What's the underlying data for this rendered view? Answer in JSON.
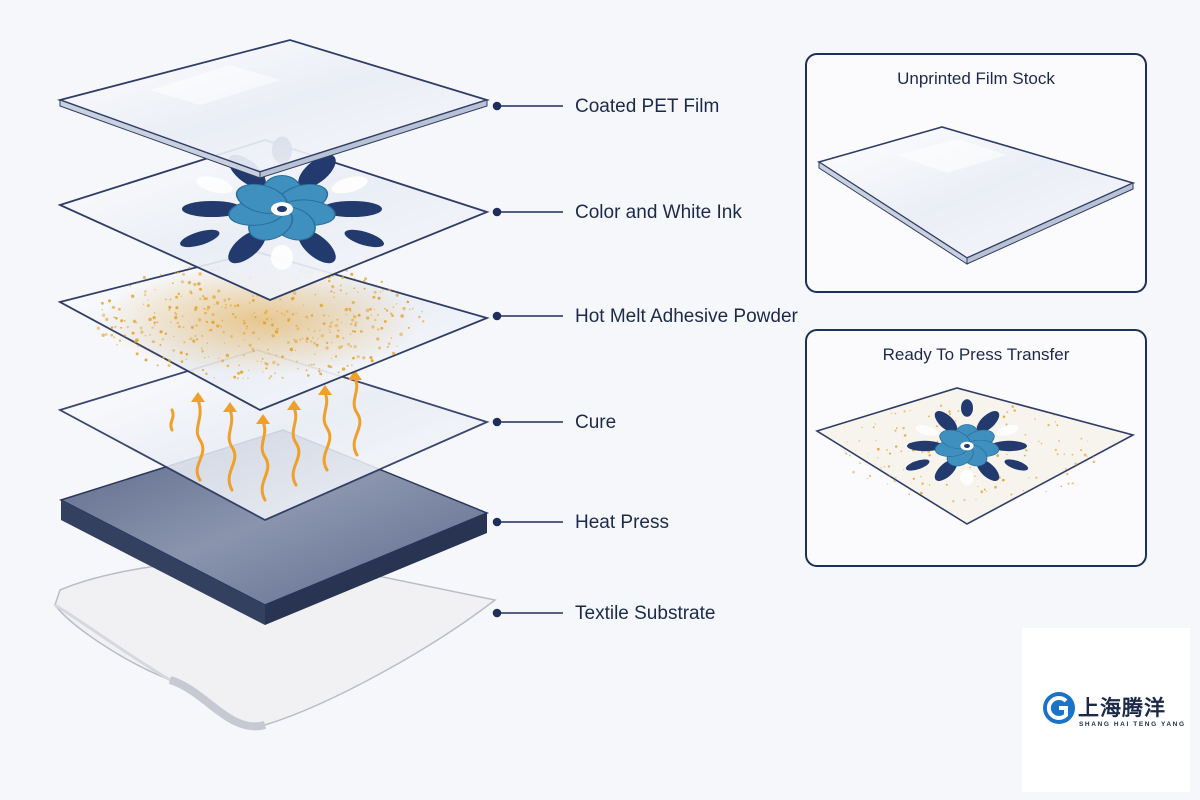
{
  "layers": [
    {
      "label": "Coated PET Film",
      "icon": "pet-film"
    },
    {
      "label": "Color and White Ink",
      "icon": "ink-layer"
    },
    {
      "label": "Hot Melt Adhesive Powder",
      "icon": "adhesive-powder"
    },
    {
      "label": "Cure",
      "icon": "heat-arrows"
    },
    {
      "label": "Heat Press",
      "icon": "press-plate"
    },
    {
      "label": "Textile Substrate",
      "icon": "fabric"
    }
  ],
  "panels": [
    {
      "title": "Unprinted Film Stock",
      "icon": "blank-film"
    },
    {
      "title": "Ready To Press Transfer",
      "icon": "printed-transfer"
    }
  ],
  "logo": {
    "name_cn": "上海腾洋",
    "name_en": "SHANG  HAI  TENG  YANG",
    "icon": "company-logo"
  },
  "colors": {
    "navy": "#1f2f5c",
    "flower_blue": "#3f8fbf",
    "leaf_navy": "#233a6e",
    "adhesive_gold": "#e5a93a",
    "heat_orange": "#f0a028"
  }
}
